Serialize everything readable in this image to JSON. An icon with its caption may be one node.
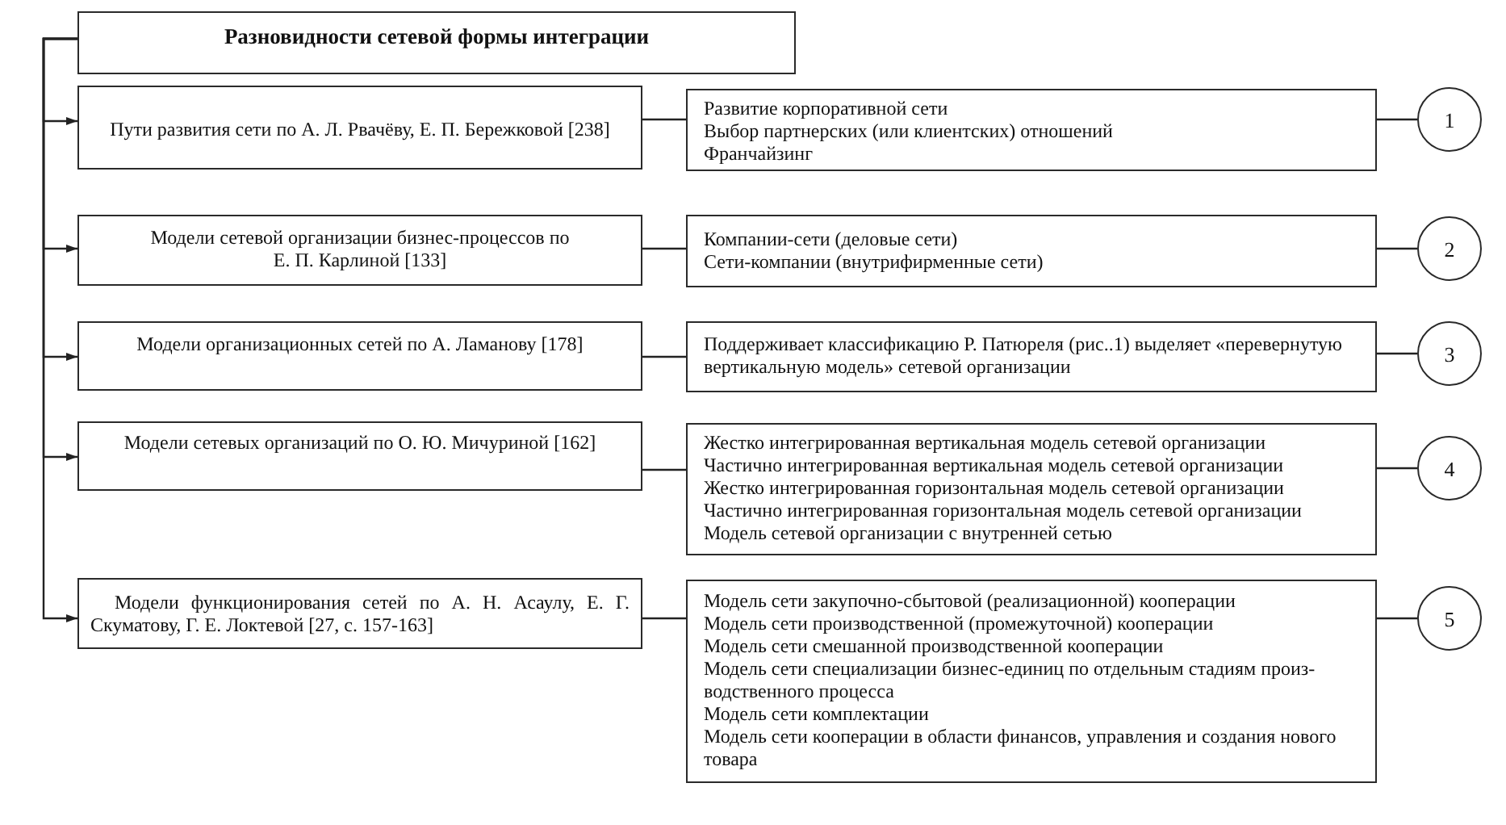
{
  "diagram": {
    "nodes": [
      {
        "text": [
          "Разновидности сетевой формы интеграции"
        ]
      },
      {
        "text": [
          "Пути развития сети по А. Л. Рвачёву, Е. П. Бережковой [238]"
        ]
      },
      {
        "text": [
          "Развитие корпоративной сети",
          "Выбор партнерских (или клиентских) отношений",
          "Франчайзинг"
        ]
      },
      {
        "text": [
          "1"
        ]
      },
      {
        "text": [
          "Модели сетевой организации бизнес-процессов по Е. П. Карлиной [133]"
        ]
      },
      {
        "text": [
          "Компании-сети (деловые сети)",
          "Сети-компании (внутрифирменные сети)"
        ]
      },
      {
        "text": [
          "2"
        ]
      },
      {
        "text": [
          "Модели организационных сетей по А. Ламанову [178]"
        ]
      },
      {
        "text": [
          "Поддерживает классификацию Р. Патюреля (рис..1) выделяет «перевернутую вертикальную модель» сетевой организации"
        ]
      },
      {
        "text": [
          "3"
        ]
      },
      {
        "text": [
          "Модели сетевых организаций по О. Ю. Мичуриной [162]"
        ]
      },
      {
        "text": [
          "Жестко интегрированная вертикальная модель сетевой организации",
          "Частично интегрированная вертикальная модель сетевой организации",
          "Жестко интегрированная горизонтальная модель сетевой организации",
          "Частично интегрированная горизонтальная модель сетевой организации",
          "Модель сетевой организации с внутренней сетью"
        ]
      },
      {
        "text": [
          "4"
        ]
      },
      {
        "text": [
          "Модели функционирования сетей по А. Н. Асаулу, Е. Г. Скуматову, Г. Е. Локтевой [27, с. 157-163]"
        ]
      },
      {
        "text": [
          "Модель сети закупочно-сбытовой (реализационной) кооперации",
          "Модель сети производственной (промежуточной) кооперации",
          "Модель сети смешанной производственной кооперации",
          "Модель сети специализации бизнес-единиц по отдельным стадиям произ-водственного процесса",
          "Модель сети комплектации",
          "Модель сети кооперации в области финансов, управления и создания нового товара"
        ]
      },
      {
        "text": [
          "5"
        ]
      }
    ],
    "edges": [
      {
        "from": 0,
        "to": 1,
        "arrow": "to"
      },
      {
        "from": 1,
        "to": 2,
        "arrow": "none"
      },
      {
        "from": 2,
        "to": 3,
        "arrow": "none"
      },
      {
        "from": 0,
        "to": 4,
        "arrow": "to"
      },
      {
        "from": 4,
        "to": 5,
        "arrow": "none"
      },
      {
        "from": 5,
        "to": 6,
        "arrow": "none"
      },
      {
        "from": 0,
        "to": 7,
        "arrow": "to"
      },
      {
        "from": 7,
        "to": 8,
        "arrow": "none"
      },
      {
        "from": 8,
        "to": 9,
        "arrow": "none"
      },
      {
        "from": 0,
        "to": 10,
        "arrow": "to"
      },
      {
        "from": 10,
        "to": 11,
        "arrow": "none"
      },
      {
        "from": 11,
        "to": 12,
        "arrow": "none"
      },
      {
        "from": 0,
        "to": 13,
        "arrow": "to"
      },
      {
        "from": 13,
        "to": 14,
        "arrow": "none"
      },
      {
        "from": 14,
        "to": 15,
        "arrow": "none"
      }
    ]
  }
}
